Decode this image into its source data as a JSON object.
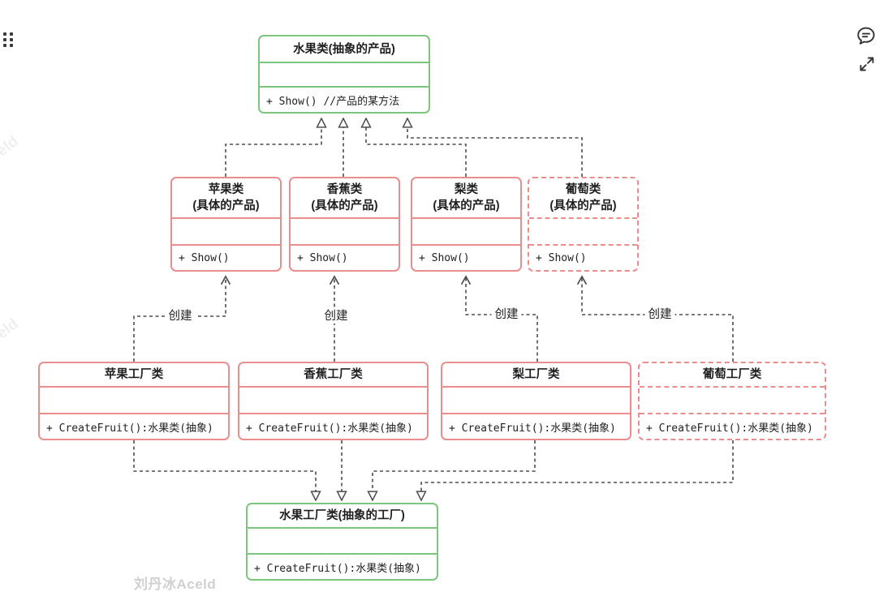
{
  "page": {
    "watermark": "刘丹冰Aceld",
    "watermark_fragment": "eld"
  },
  "toolbar": {
    "grip_icon": "drag-handle-dots",
    "comment_icon": "speech-bubble",
    "expand_icon": "fullscreen-expand"
  },
  "diagram": {
    "colors": {
      "abstract_border": "#7cc67e",
      "concrete_border": "#ec8d8d",
      "connector": "#4d4d4d"
    },
    "classes": {
      "abstract_product": {
        "title": "水果类(抽象的产品)",
        "attributes": "",
        "method": "+ Show() //产品的某方法"
      },
      "apple_product": {
        "title": "苹果类\n(具体的产品)",
        "attributes": "",
        "method": "+ Show()"
      },
      "banana_product": {
        "title": "香蕉类\n(具体的产品)",
        "attributes": "",
        "method": "+ Show()"
      },
      "pear_product": {
        "title": "梨类\n(具体的产品)",
        "attributes": "",
        "method": "+ Show()"
      },
      "grape_product": {
        "title": "葡萄类\n(具体的产品)",
        "attributes": "",
        "method": "+ Show()"
      },
      "apple_factory": {
        "title": "苹果工厂类",
        "attributes": "",
        "method": "+ CreateFruit():水果类(抽象)"
      },
      "banana_factory": {
        "title": "香蕉工厂类",
        "attributes": "",
        "method": "+ CreateFruit():水果类(抽象)"
      },
      "pear_factory": {
        "title": "梨工厂类",
        "attributes": "",
        "method": "+ CreateFruit():水果类(抽象)"
      },
      "grape_factory": {
        "title": "葡萄工厂类",
        "attributes": "",
        "method": "+ CreateFruit():水果类(抽象)"
      },
      "abstract_factory": {
        "title": "水果工厂类(抽象的工厂)",
        "attributes": "",
        "method": "+ CreateFruit():水果类(抽象)"
      }
    },
    "edges": [
      {
        "from": "苹果类",
        "to": "水果类",
        "type": "inheritance",
        "label": ""
      },
      {
        "from": "香蕉类",
        "to": "水果类",
        "type": "inheritance",
        "label": ""
      },
      {
        "from": "梨类",
        "to": "水果类",
        "type": "inheritance",
        "label": ""
      },
      {
        "from": "葡萄类",
        "to": "水果类",
        "type": "inheritance",
        "label": ""
      },
      {
        "from": "苹果工厂类",
        "to": "苹果类",
        "type": "create",
        "label": "创建"
      },
      {
        "from": "香蕉工厂类",
        "to": "香蕉类",
        "type": "create",
        "label": "创建"
      },
      {
        "from": "梨工厂类",
        "to": "梨类",
        "type": "create",
        "label": "创建"
      },
      {
        "from": "葡萄工厂类",
        "to": "葡萄类",
        "type": "create",
        "label": "创建"
      },
      {
        "from": "苹果工厂类",
        "to": "水果工厂类",
        "type": "inheritance",
        "label": ""
      },
      {
        "from": "香蕉工厂类",
        "to": "水果工厂类",
        "type": "inheritance",
        "label": ""
      },
      {
        "from": "梨工厂类",
        "to": "水果工厂类",
        "type": "inheritance",
        "label": ""
      },
      {
        "from": "葡萄工厂类",
        "to": "水果工厂类",
        "type": "inheritance",
        "label": ""
      }
    ]
  }
}
